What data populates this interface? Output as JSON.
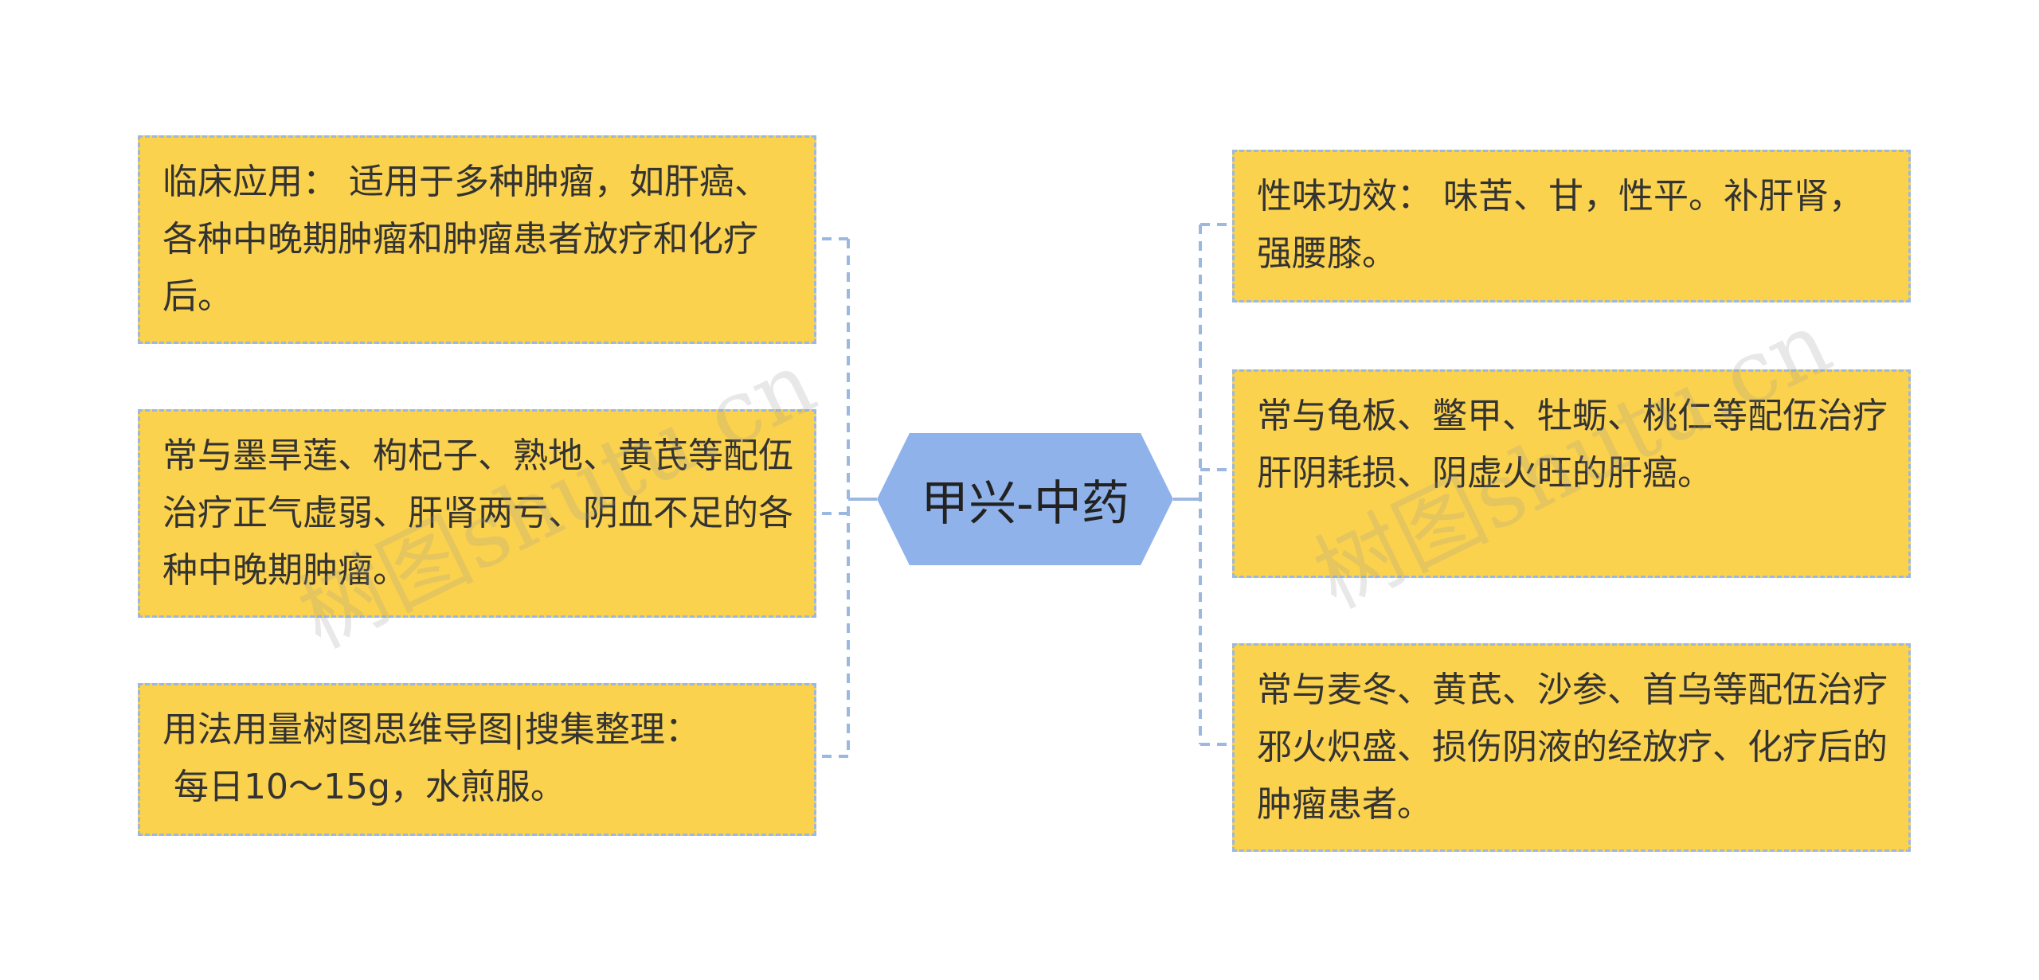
{
  "mindmap": {
    "center": {
      "label": "甲兴-中药"
    },
    "left_nodes": [
      {
        "text": "临床应用： 适用于多种肿瘤，如肝癌、各种中晚期肿瘤和肿瘤患者放疗和化疗后。"
      },
      {
        "text": "常与墨旱莲、枸杞子、熟地、黄芪等配伍治疗正气虚弱、肝肾两亏、阴血不足的各种中晚期肿瘤。"
      },
      {
        "text": "用法用量树图思维导图|搜集整理：\n 每日10～15g，水煎服。"
      }
    ],
    "right_nodes": [
      {
        "text": "性味功效： 味苦、甘，性平。补肝肾，强腰膝。"
      },
      {
        "text": "常与龟板、鳖甲、牡蛎、桃仁等配伍治疗肝阴耗损、阴虚火旺的肝癌。"
      },
      {
        "text": "常与麦冬、黄芪、沙参、首乌等配伍治疗邪火炽盛、损伤阴液的经放疗、化疗后的肿瘤患者。"
      }
    ]
  },
  "watermark": {
    "text": "树图shutu.cn"
  },
  "colors": {
    "node_fill": "#fbd24e",
    "node_border": "#9bb8e0",
    "center_fill": "#8fb2ea",
    "connector": "#9bb8e0"
  }
}
